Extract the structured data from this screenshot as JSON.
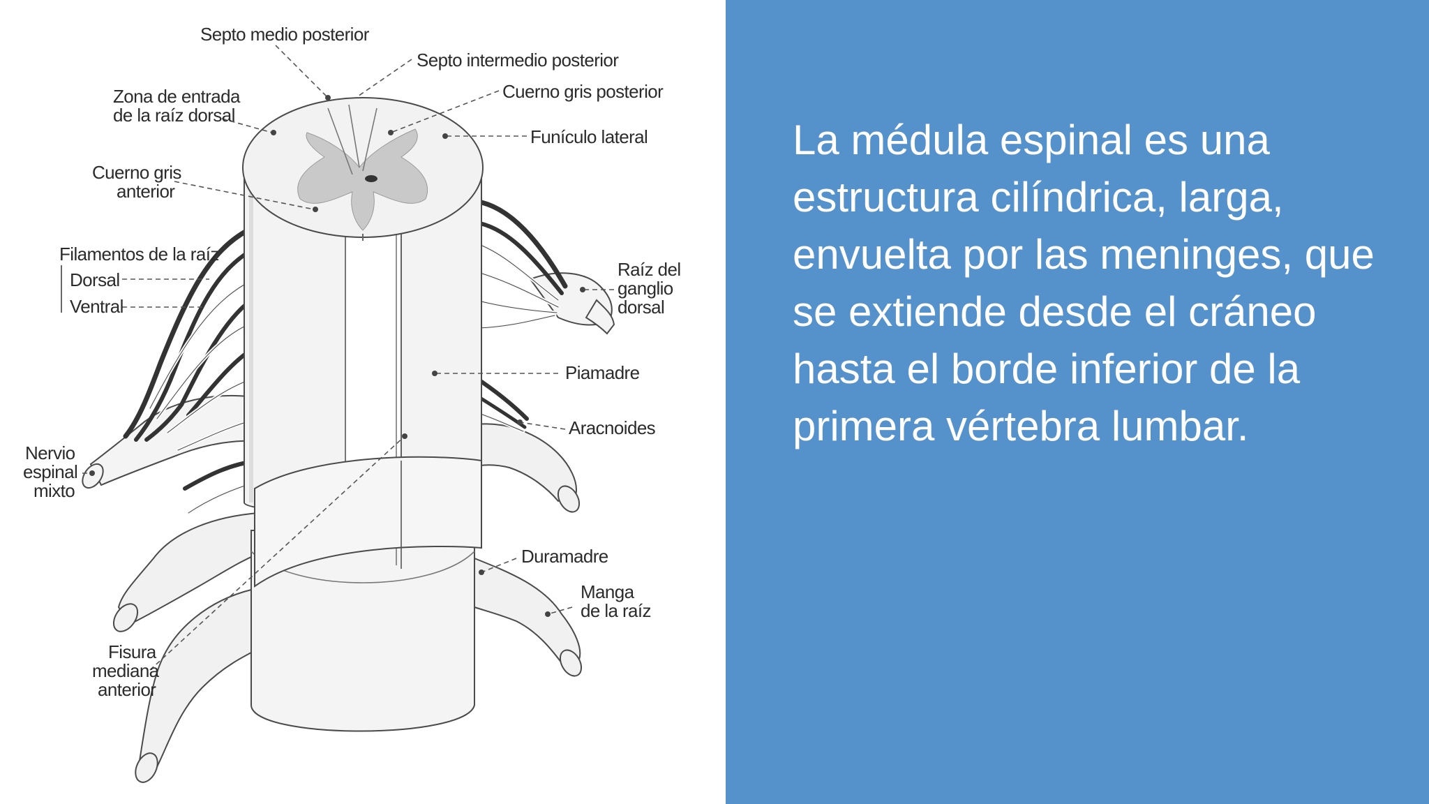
{
  "slide": {
    "text": "La médula espinal es una estructura cilíndrica, larga, envuelta por las meninges, que se extiende desde el cráneo hasta el borde inferior de la primera vértebra lumbar.",
    "panel_color": "#5592cc"
  },
  "diagram": {
    "labels": {
      "septo_medio_posterior": "Septo medio posterior",
      "septo_intermedio_posterior": "Septo intermedio posterior",
      "zona_entrada_1": "Zona de entrada",
      "zona_entrada_2": "de la raíz dorsal",
      "cuerno_gris_posterior": "Cuerno gris posterior",
      "funiculo_lateral": "Funículo lateral",
      "cuerno_gris_anterior_1": "Cuerno gris",
      "cuerno_gris_anterior_2": "anterior",
      "filamentos_raiz": "Filamentos de la raíz",
      "dorsal": "Dorsal",
      "ventral": "Ventral",
      "raiz_ganglio_1": "Raíz del",
      "raiz_ganglio_2": "ganglio",
      "raiz_ganglio_3": "dorsal",
      "piamadre": "Piamadre",
      "aracnoides": "Aracnoides",
      "nervio_1": "Nervio",
      "nervio_2": "espinal",
      "nervio_3": "mixto",
      "duramadre": "Duramadre",
      "manga_1": "Manga",
      "manga_2": "de la raíz",
      "fisura_1": "Fisura",
      "fisura_2": "mediana",
      "fisura_3": "anterior"
    }
  }
}
